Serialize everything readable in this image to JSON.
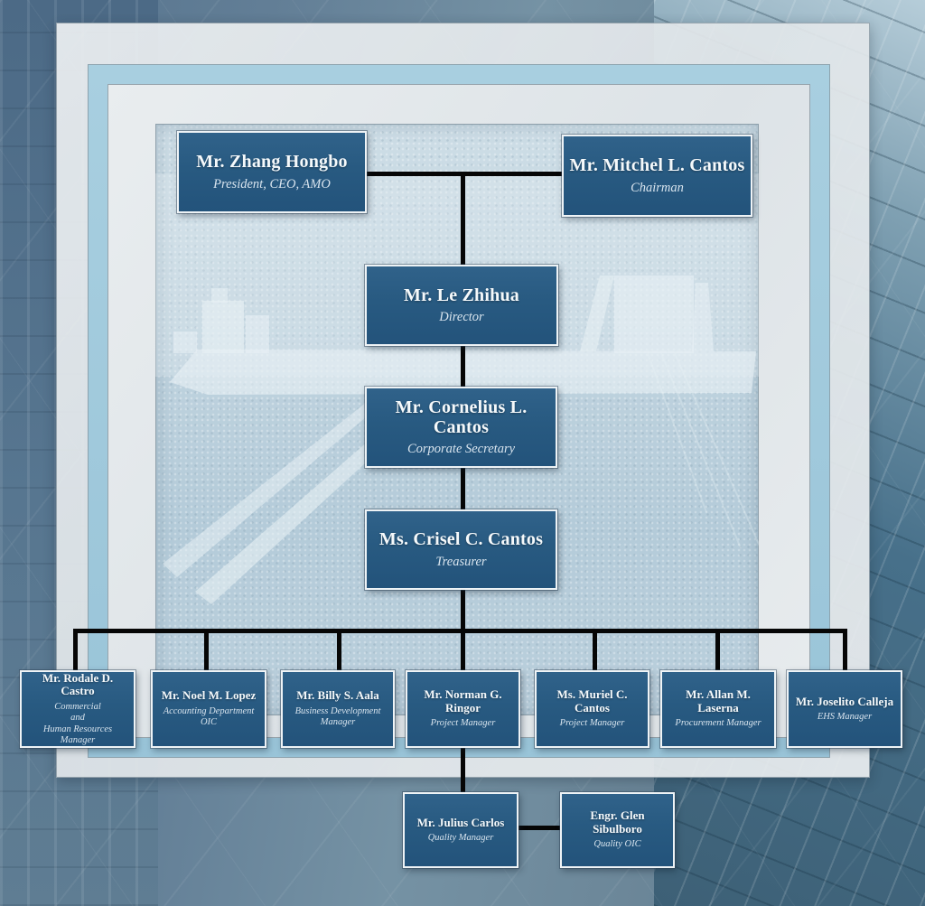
{
  "chart": {
    "type": "org-chart",
    "top_row": [
      {
        "name": "Mr. Zhang Hongbo",
        "title": "President, CEO, AMO"
      },
      {
        "name": "Mr. Mitchel L. Cantos",
        "title": "Chairman"
      }
    ],
    "chain": [
      {
        "name": "Mr. Le Zhihua",
        "title": "Director"
      },
      {
        "name": "Mr. Cornelius L. Cantos",
        "title": "Corporate Secretary"
      },
      {
        "name": "Ms. Crisel C. Cantos",
        "title": "Treasurer"
      }
    ],
    "managers": [
      {
        "name": "Mr. Rodale D. Castro",
        "title": "Commercial\nand\nHuman Resources Manager"
      },
      {
        "name": "Mr. Noel M. Lopez",
        "title": "Accounting Department\nOIC"
      },
      {
        "name": "Mr. Billy S. Aala",
        "title": "Business Development\nManager"
      },
      {
        "name": "Mr. Norman G. Ringor",
        "title": "Project Manager"
      },
      {
        "name": "Ms. Muriel C. Cantos",
        "title": "Project Manager"
      },
      {
        "name": "Mr. Allan M. Laserna",
        "title": "Procurement Manager"
      },
      {
        "name": "Mr. Joselito Calleja",
        "title": "EHS Manager"
      }
    ],
    "quality_row": [
      {
        "name": "Mr. Julius Carlos",
        "title": "Quality Manager"
      },
      {
        "name": "Engr. Glen Sibulboro",
        "title": "Quality OIC"
      }
    ]
  },
  "colors": {
    "node_fill": "#285a81",
    "node_border": "#eef3f6",
    "connector": "#060606",
    "frame_blue": "#9ec9dc",
    "panel": "#bdd2de"
  }
}
